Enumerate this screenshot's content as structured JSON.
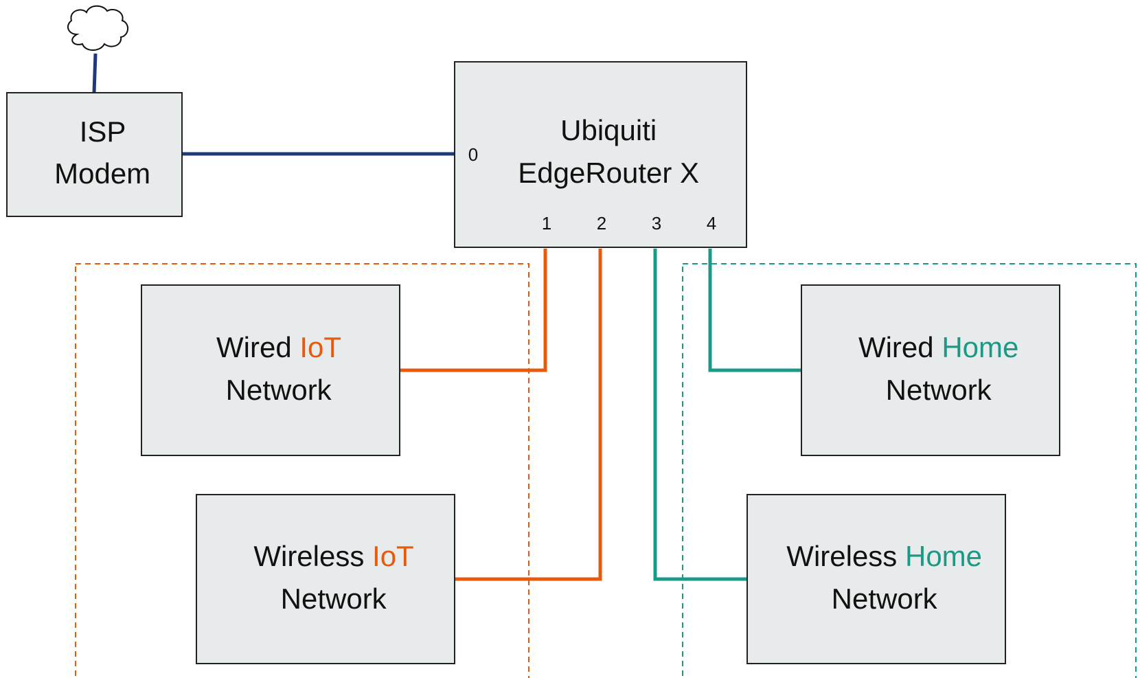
{
  "colors": {
    "wan": "#1f3a7a",
    "iot": "#e8590c",
    "home": "#1a9a86",
    "box_fill": "#e8ebec",
    "box_stroke": "#222222"
  },
  "icons": {
    "cloud": "cloud-icon"
  },
  "modem": {
    "line1": "ISP",
    "line2": "Modem"
  },
  "router": {
    "line1": "Ubiquiti",
    "line2": "EdgeRouter X",
    "ports": [
      "0",
      "1",
      "2",
      "3",
      "4"
    ]
  },
  "wired_iot": {
    "prefix": "Wired ",
    "highlight": "IoT",
    "line2": "Network"
  },
  "wireless_iot": {
    "prefix": "Wireless ",
    "highlight": "IoT",
    "line2": "Network"
  },
  "wired_home": {
    "prefix": "Wired ",
    "highlight": "Home",
    "line2": "Network"
  },
  "wireless_home": {
    "prefix": "Wireless ",
    "highlight": "Home",
    "line2": "Network"
  }
}
